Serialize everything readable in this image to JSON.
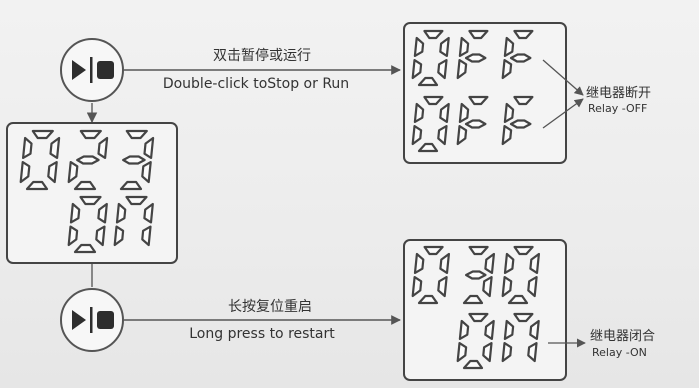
{
  "colors": {
    "segment": "#444444",
    "line": "#555555",
    "panel_bg": "#f4f4f4",
    "text": "#333333"
  },
  "icons": {
    "play_pause": "play-pause-icon"
  },
  "top_arrow": {
    "label_cn": "双击暂停或运行",
    "label_en": "Double-click toStop or Run"
  },
  "bottom_arrow": {
    "label_cn": "长按复位重启",
    "label_en": "Long press to restart"
  },
  "left_panel": {
    "row1": "023",
    "row2": "ON"
  },
  "top_right_panel": {
    "row1": "OFF",
    "row2": "OFF"
  },
  "bottom_right_panel": {
    "row1": "030",
    "row2": "ON"
  },
  "relay_off": {
    "label_cn": "继电器断开",
    "label_en": "Relay -OFF"
  },
  "relay_on": {
    "label_cn": "继电器闭合",
    "label_en": "Relay -ON"
  }
}
